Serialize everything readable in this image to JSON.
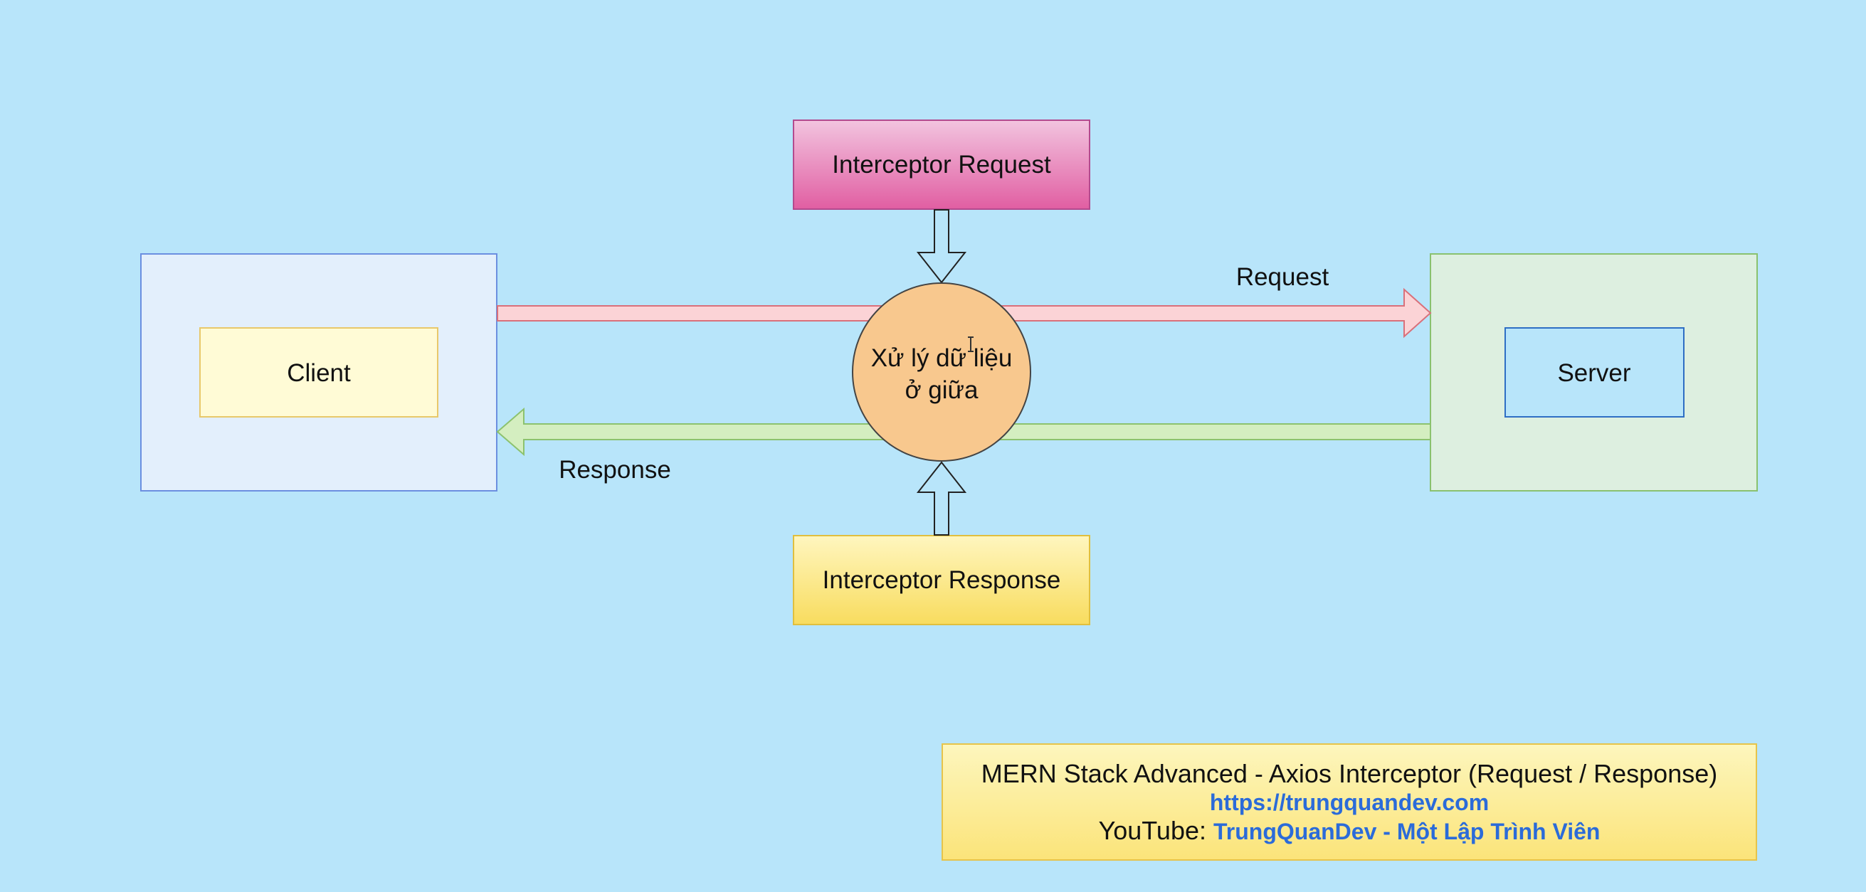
{
  "nodes": {
    "client": "Client",
    "server": "Server",
    "interceptor_request": "Interceptor Request",
    "interceptor_response": "Interceptor Response",
    "middle_line1": "Xử lý dữ liệu",
    "middle_line2": "ở giữa"
  },
  "edges": {
    "request_label": "Request",
    "response_label": "Response"
  },
  "info": {
    "title": "MERN Stack Advanced - Axios Interceptor (Request / Response)",
    "website": "https://trungquandev.com",
    "youtube_prefix": "YouTube: ",
    "youtube_channel": "TrungQuanDev - Một Lập Trình Viên"
  },
  "colors": {
    "background": "#b8e5fa",
    "client_container": "#e3effc",
    "client_box": "#fffbd6",
    "server_container": "#ddefe0",
    "server_box": "#b8e5fa",
    "interceptor_request": "#e36aa8",
    "interceptor_response": "#f9e070",
    "middle_circle": "#f8c88e",
    "request_arrow": "#fbd3d6",
    "response_arrow": "#d4eec0",
    "link": "#2b6bd9"
  }
}
